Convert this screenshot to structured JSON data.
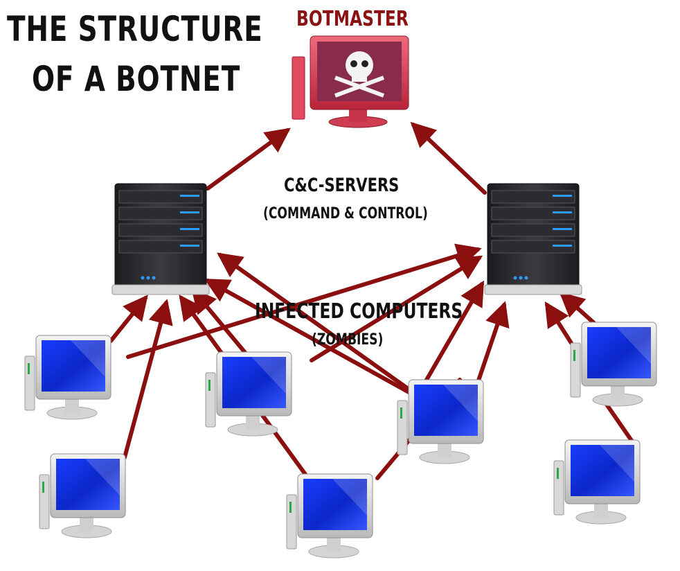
{
  "title": {
    "line1": "THE STRUCTURE",
    "line2": "OF A BOTNET"
  },
  "labels": {
    "botmaster": "BOTMASTER",
    "cc_servers": "C&C-SERVERS",
    "cc_servers_sub": "(COMMAND & CONTROL)",
    "infected": "INFECTED COMPUTERS",
    "infected_sub": "(ZOMBIES)"
  },
  "colors": {
    "arrow": "#8b0f0f",
    "botmaster_text": "#8a1212",
    "screen_blue": "#0d2fd8",
    "botmaster_screen": "#d9385c",
    "server_body": "#2a2a2e",
    "server_led": "#2f9bff"
  },
  "icons": {
    "botmaster": "skull-monitor-icon",
    "server": "server-tower-icon",
    "zombie": "desktop-computer-icon"
  }
}
